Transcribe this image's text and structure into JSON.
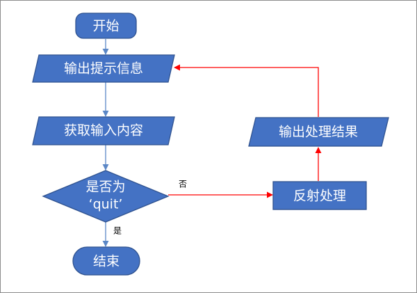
{
  "diagram": {
    "type": "flowchart",
    "nodes": {
      "start": {
        "label": "开始",
        "shape": "rounded-rectangle"
      },
      "output_prompt": {
        "label": "输出提示信息",
        "shape": "parallelogram"
      },
      "get_input": {
        "label": "获取输入内容",
        "shape": "parallelogram"
      },
      "decision": {
        "label_line1": "是否为",
        "label_line2": "‘quit’",
        "shape": "diamond"
      },
      "end": {
        "label": "结束",
        "shape": "rounded-rectangle"
      },
      "reflect": {
        "label": "反射处理",
        "shape": "rectangle"
      },
      "output_result": {
        "label": "输出处理结果",
        "shape": "parallelogram"
      }
    },
    "edges": {
      "decision_no": {
        "label": "否"
      },
      "decision_yes": {
        "label": "是"
      }
    },
    "colors": {
      "node_fill": "#4472c4",
      "node_border": "#2f528f",
      "main_arrow": "#5b87c6",
      "loop_arrow": "#ff0000",
      "frame": "#8c8c8c"
    }
  }
}
